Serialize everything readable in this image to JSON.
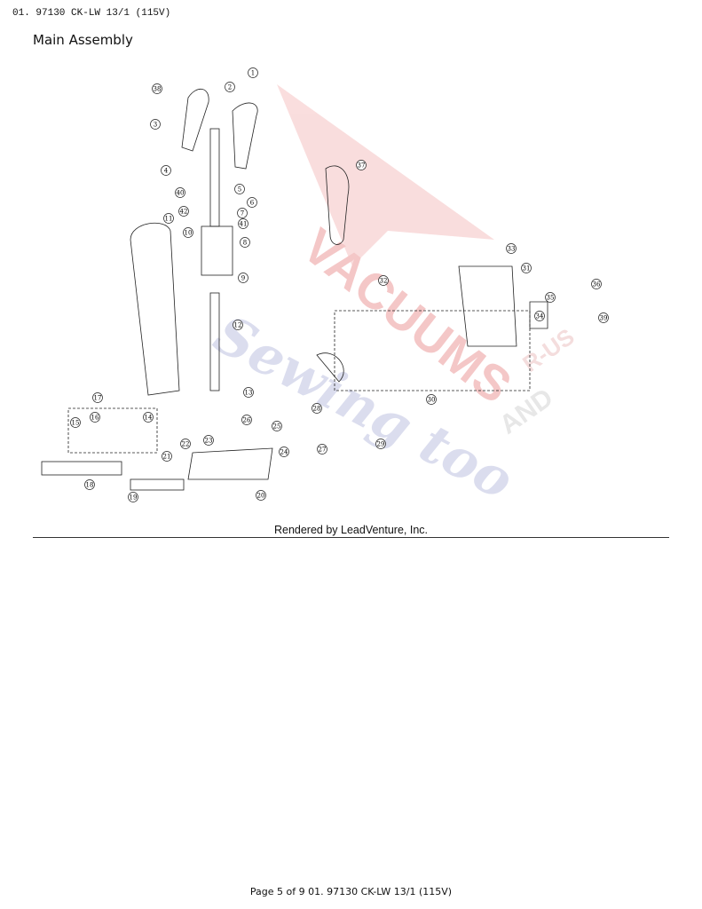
{
  "header": {
    "doc_id": "01. 97130 CK-LW 13/1 (115V)"
  },
  "page": {
    "title": "Main Assembly"
  },
  "diagram": {
    "callouts": [
      "1",
      "2",
      "3",
      "4",
      "5",
      "6",
      "7",
      "8",
      "9",
      "10",
      "11",
      "12",
      "13",
      "14",
      "15",
      "16",
      "17",
      "18",
      "19",
      "20",
      "21",
      "22",
      "23",
      "24",
      "25",
      "26",
      "27",
      "28",
      "29",
      "30",
      "31",
      "32",
      "33",
      "34",
      "35",
      "36",
      "37",
      "38",
      "39",
      "40",
      "41",
      "42"
    ],
    "watermark": {
      "line1": "VACUUMS",
      "line2": "Sewing too",
      "line3": "R-US",
      "line4": "AND"
    }
  },
  "rendered_by": "Rendered by LeadVenture, Inc.",
  "footer": {
    "page_label": "Page 5 of 9 01. 97130 CK-LW 13/1 (115V)"
  }
}
